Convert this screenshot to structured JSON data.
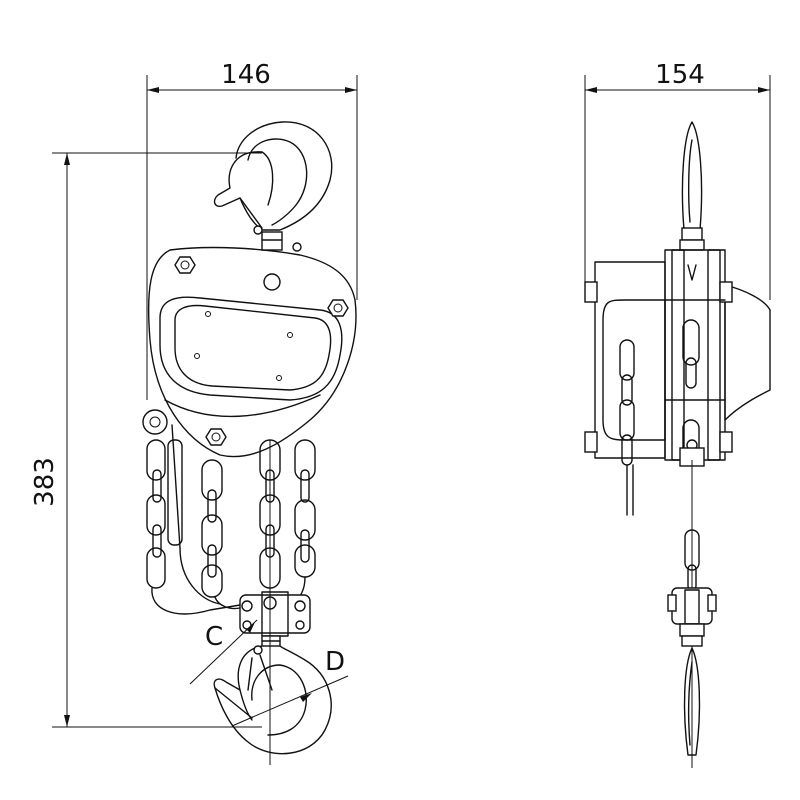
{
  "dimensions": {
    "front_width": "146",
    "side_width": "154",
    "height": "383",
    "label_c": "C",
    "label_d": "D"
  }
}
